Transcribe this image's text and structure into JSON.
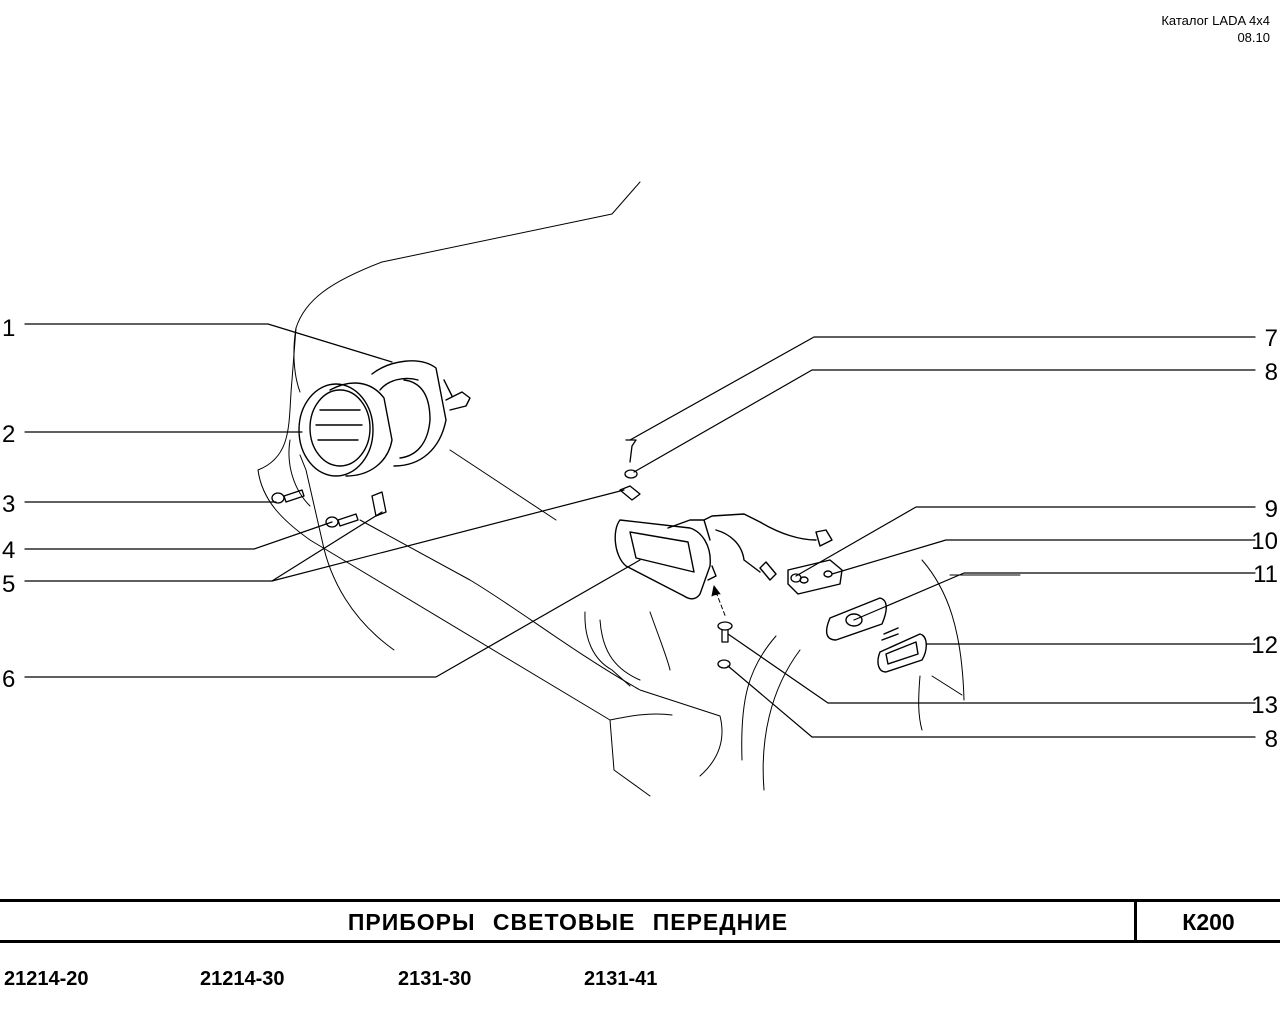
{
  "header": {
    "catalog": "Каталог  LADA  4х4",
    "date": "08.10"
  },
  "callouts": [
    "1",
    "2",
    "3",
    "4",
    "5",
    "6",
    "7",
    "8",
    "9",
    "10",
    "11",
    "12",
    "13",
    "8"
  ],
  "footer": {
    "title": "ПРИБОРЫ   СВЕТОВЫЕ   ПЕРЕДНИЕ",
    "code": "К200"
  },
  "models": [
    "21214-20",
    "21214-30",
    "2131-30",
    "2131-41"
  ]
}
